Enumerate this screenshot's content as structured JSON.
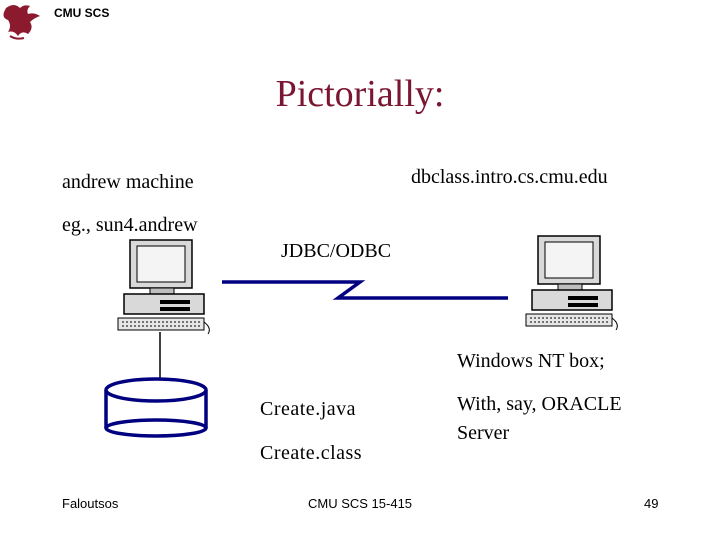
{
  "header": {
    "org": "CMU SCS",
    "logo_icon": "dragon-icon"
  },
  "title": "Pictorially:",
  "labels": {
    "client_name": "andrew machine",
    "client_example": "eg., sun4.andrew",
    "server_name": "dbclass.intro.cs.cmu.edu",
    "connection": "JDBC/ODBC",
    "server_desc": "Windows NT box;",
    "db_desc_line1": "With, say, ORACLE",
    "db_desc_line2": "Server",
    "file_java": "Create.java",
    "file_class": "Create.class"
  },
  "footer": {
    "author": "Faloutsos",
    "course": "CMU SCS 15-415",
    "page": "49"
  },
  "colors": {
    "title": "#7a1631",
    "logo": "#8b1a2e",
    "line": "#000080"
  }
}
